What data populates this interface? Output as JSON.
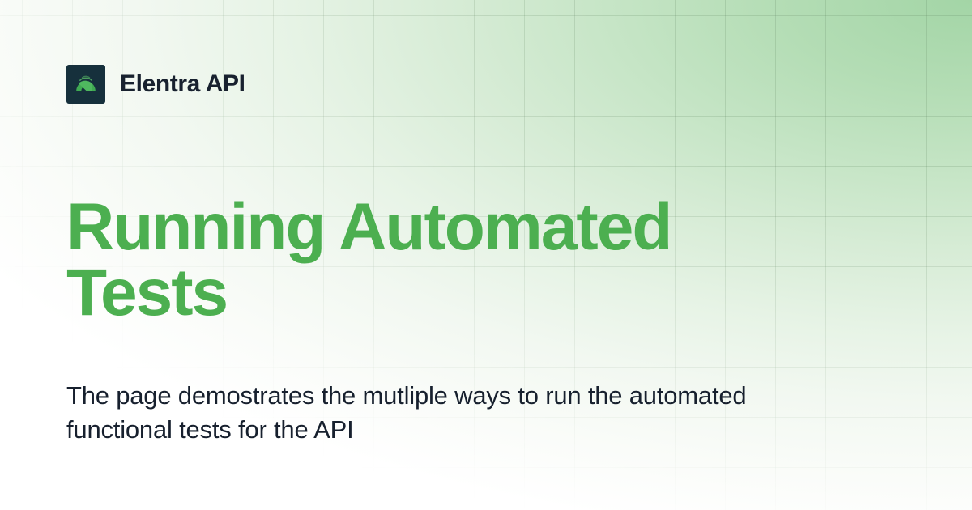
{
  "brand": {
    "name": "Elentra API",
    "logo_icon": "arc-logo-icon",
    "logo_background_color": "#16303c",
    "logo_arc_color": "#3faa52",
    "logo_arc_accent_color": "#63c06f",
    "text_color": "#18212f"
  },
  "hero": {
    "title": "Running Automated Tests",
    "title_color": "#4caf50",
    "subtitle": "The page demostrates the mutliple ways to run the automated functional tests for the API",
    "subtitle_color": "#17202e"
  },
  "background": {
    "gradient_from": "#a3d5a6",
    "gradient_to": "#ffffff",
    "grid_line_color": "#5a7d5a",
    "grid_cell_size": "62px",
    "base_color": "#ffffff"
  }
}
